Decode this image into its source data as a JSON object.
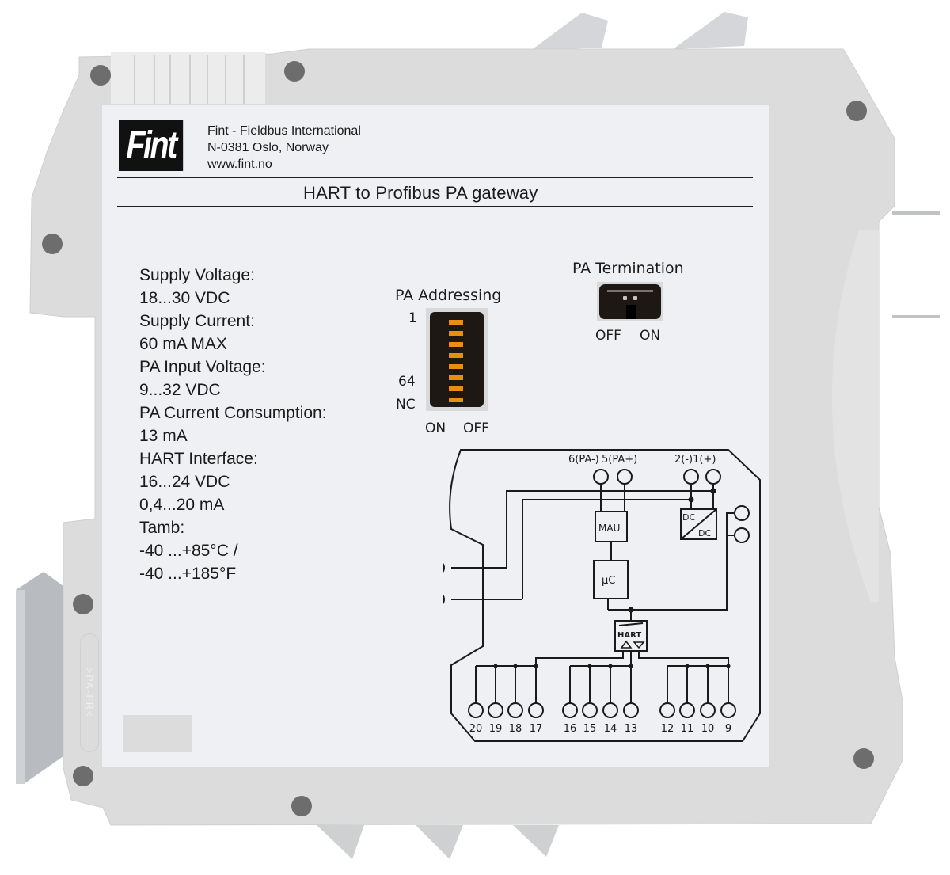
{
  "device": {
    "manufacturer_logo": "Fint",
    "manufacturer": {
      "name": "Fint - Fieldbus International",
      "address": "N-0381 Oslo, Norway",
      "website": "www.fint.no"
    },
    "product_title": "HART to Profibus PA gateway",
    "specs": [
      {
        "label": "Supply Voltage:",
        "values": [
          "18...30 VDC"
        ]
      },
      {
        "label": "Supply Current:",
        "values": [
          "60 mA MAX"
        ]
      },
      {
        "label": "PA Input Voltage:",
        "values": [
          "9...32 VDC"
        ]
      },
      {
        "label": "PA Current Consumption:",
        "values": [
          "13 mA"
        ]
      },
      {
        "label": "HART Interface:",
        "values": [
          "16...24 VDC",
          "0,4...20 mA"
        ]
      },
      {
        "label": "Tamb:",
        "values": [
          "-40 ...+85°C /",
          "-40 ...+185°F"
        ]
      }
    ],
    "pa_addressing": {
      "title": "PA Addressing",
      "top_label": "1",
      "bottom_label_64": "64",
      "bottom_label_nc": "NC",
      "on_label": "ON",
      "off_label": "OFF",
      "switch_count": 8,
      "switch_color": "#e8900d"
    },
    "pa_termination": {
      "title": "PA Termination",
      "off_label": "OFF",
      "on_label": "ON"
    },
    "schematic": {
      "top_terminals": {
        "pa_minus": "6(PA-)",
        "pa_plus": "5(PA+)",
        "supply": "2(-)1(+)"
      },
      "blocks": {
        "mau": "MAU",
        "mcu": "µC",
        "dcdc_top": "DC",
        "dcdc_bottom": "DC",
        "hart": "HART"
      },
      "bottom_terminals": [
        "20",
        "19",
        "18",
        "17",
        "16",
        "15",
        "14",
        "13",
        "12",
        "11",
        "10",
        "9"
      ]
    },
    "side_marking": ">PA-FR<",
    "colors": {
      "housing": "#dddddd",
      "label": "#eef0f3",
      "ink": "#1a1a1a",
      "logo_bg": "#111111",
      "din_rail": "#b8bcc0"
    }
  }
}
